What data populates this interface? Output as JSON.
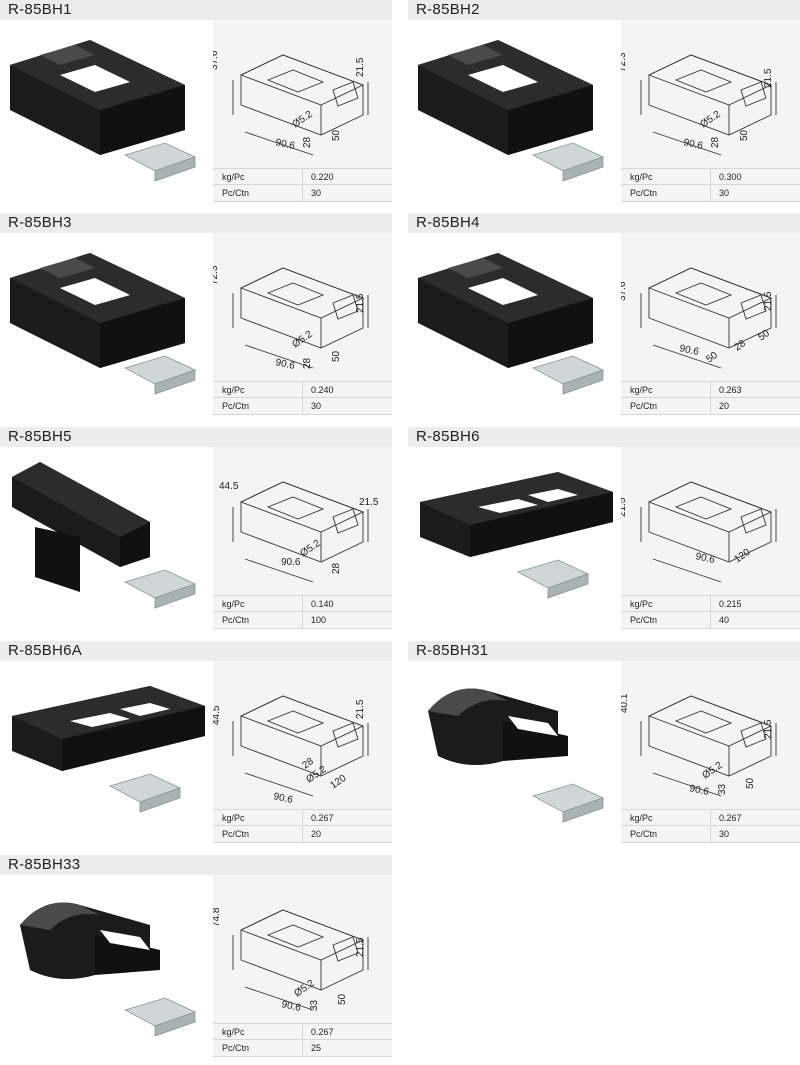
{
  "labels": {
    "weight": "kg/Pc",
    "count": "Pc/Ctn"
  },
  "products": [
    {
      "model": "R-85BH1",
      "weight": "0.220",
      "count": "30",
      "dims": [
        "37.6",
        "21.5",
        "90.6",
        "28",
        "50",
        "Ø5.2"
      ]
    },
    {
      "model": "R-85BH2",
      "weight": "0.300",
      "count": "30",
      "dims": [
        "72.3",
        "21.5",
        "90.6",
        "28",
        "50",
        "Ø5.2"
      ]
    },
    {
      "model": "R-85BH3",
      "weight": "0.240",
      "count": "30",
      "dims": [
        "72.3",
        "21.5",
        "90.6",
        "28",
        "50",
        "Ø5.2"
      ]
    },
    {
      "model": "R-85BH4",
      "weight": "0.263",
      "count": "20",
      "dims": [
        "37.6",
        "21.5",
        "90.6",
        "50",
        "28",
        "50"
      ]
    },
    {
      "model": "R-85BH5",
      "weight": "0.140",
      "count": "100",
      "dims": [
        "44.5",
        "21.5",
        "90.6",
        "28",
        "Ø5.2"
      ]
    },
    {
      "model": "R-85BH6",
      "weight": "0.215",
      "count": "40",
      "dims": [
        "21.5",
        "90.6",
        "120"
      ]
    },
    {
      "model": "R-85BH6A",
      "weight": "0.267",
      "count": "20",
      "dims": [
        "44.5",
        "21.5",
        "90.6",
        "28",
        "Ø5.2",
        "120"
      ]
    },
    {
      "model": "R-85BH31",
      "weight": "0.267",
      "count": "30",
      "dims": [
        "40.1",
        "21.5",
        "90.6",
        "33",
        "50",
        "Ø5.2"
      ]
    },
    {
      "model": "R-85BH33",
      "weight": "0.267",
      "count": "25",
      "dims": [
        "74.8",
        "21.5",
        "90.6",
        "33",
        "50",
        "Ø5.2"
      ]
    }
  ]
}
